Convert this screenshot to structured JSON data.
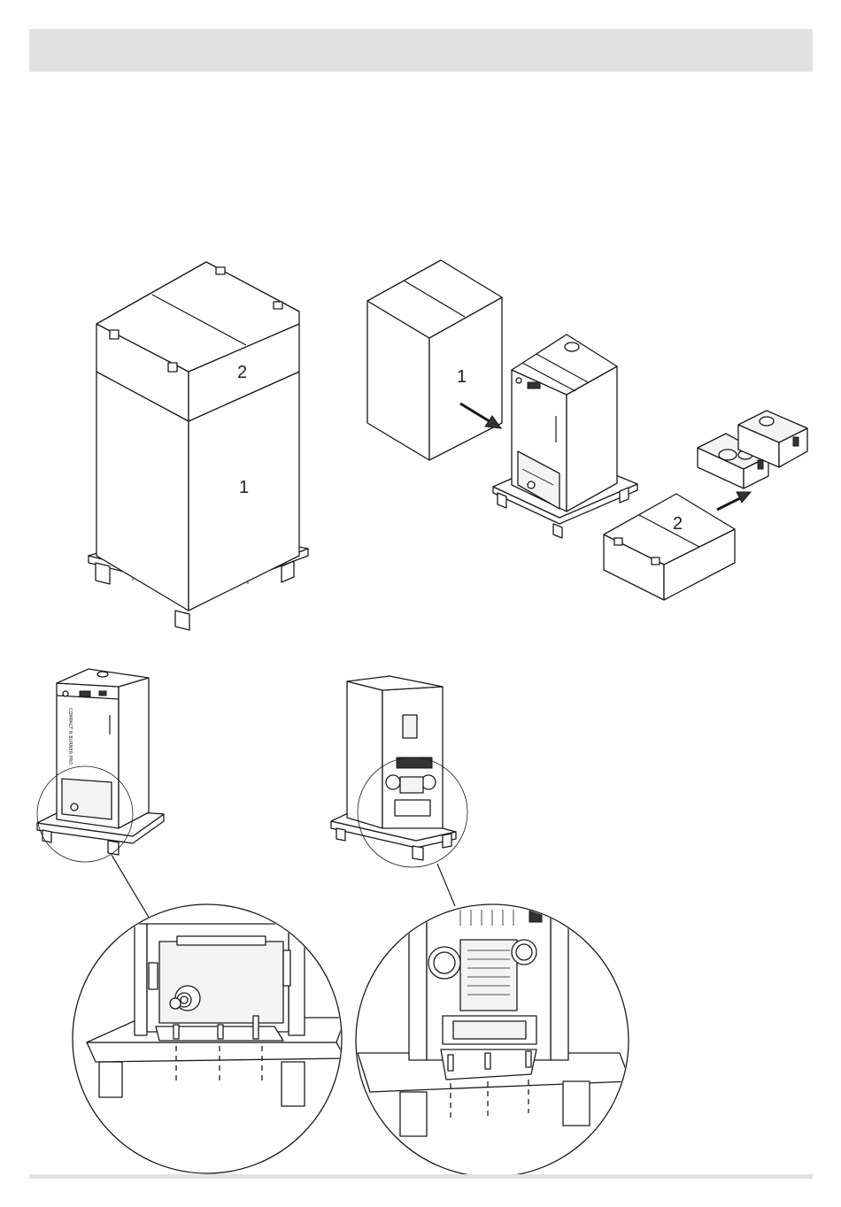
{
  "labels": {
    "fig1_upper_box": "2",
    "fig1_lower_box": "1",
    "fig2_box_removed": "1",
    "fig2_box_removed_2": "2"
  },
  "branding": {
    "stove_side_text": "COMPACT N BURNER PRO"
  }
}
